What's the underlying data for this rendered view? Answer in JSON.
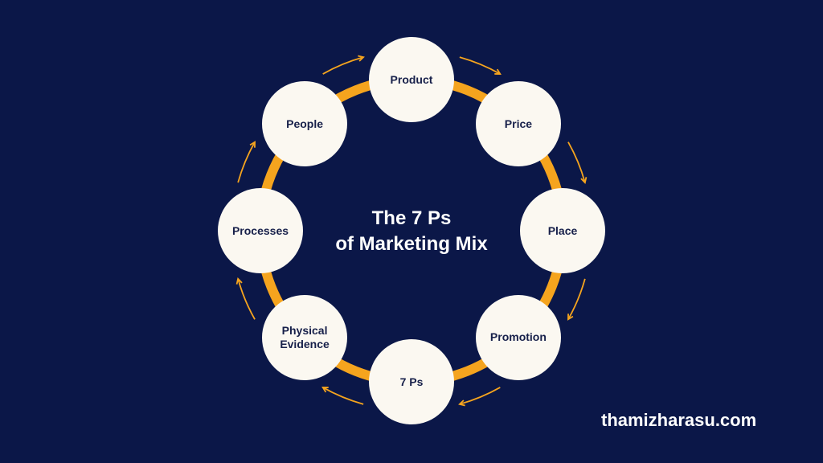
{
  "title_line1": "The 7 Ps",
  "title_line2": "of Marketing Mix",
  "nodes": [
    {
      "label": "Product"
    },
    {
      "label": "Price"
    },
    {
      "label": "Place"
    },
    {
      "label": "Promotion"
    },
    {
      "label": "7 Ps"
    },
    {
      "label": "Physical Evidence"
    },
    {
      "label": "Processes"
    },
    {
      "label": "People"
    }
  ],
  "website": "thamizharasu.com",
  "colors": {
    "background": "#0b1748",
    "ring": "#f5a41e",
    "node": "#fbf8f1",
    "text": "#17204a"
  }
}
